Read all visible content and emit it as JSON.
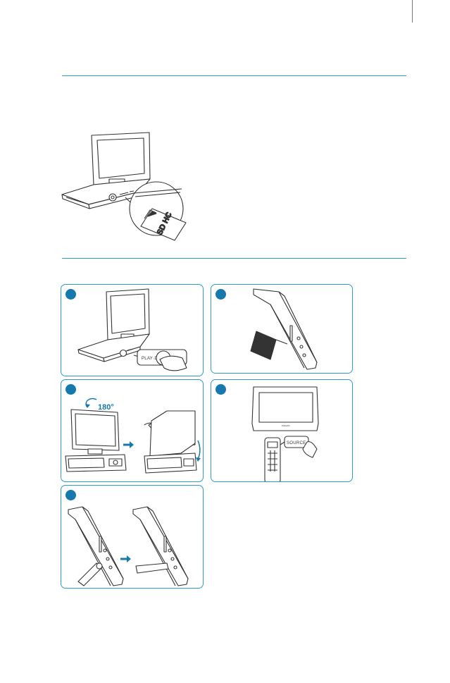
{
  "colors": {
    "accent": "#2f9bc7",
    "step_badge": "#1679ae",
    "line_art": "#333333"
  },
  "figure_sd": {
    "card_mark": "SD HC"
  },
  "step1": {
    "button_label": "PLAY·DL"
  },
  "step3": {
    "angle_label": "180°"
  },
  "step4": {
    "button_label": "SOURCE",
    "brand_mark": "PHILIPS"
  }
}
